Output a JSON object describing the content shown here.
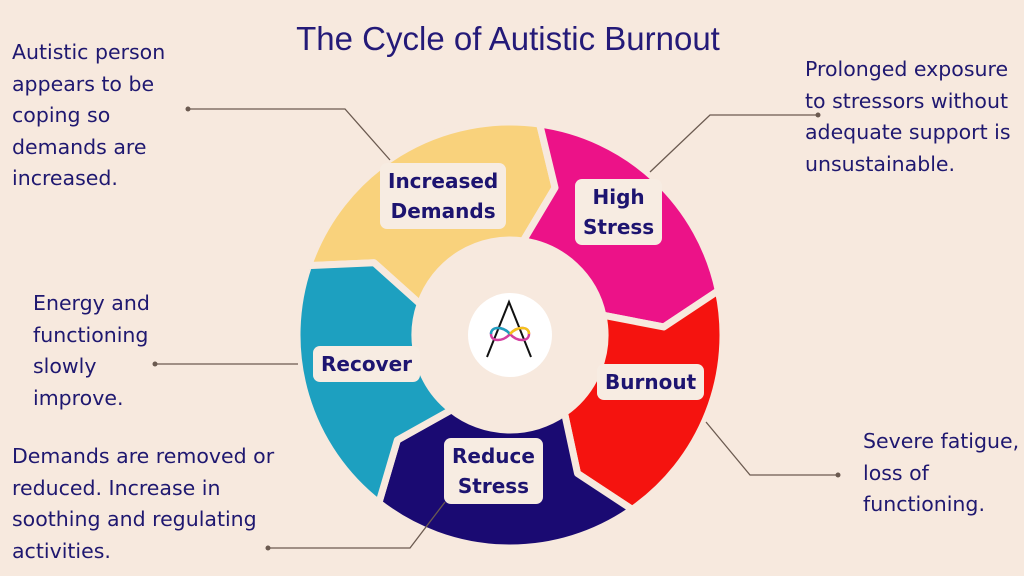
{
  "title": "The Cycle of Autistic Burnout",
  "stages": [
    {
      "label_line1": "Increased",
      "label_line2": "Demands",
      "color": "#f9d27c",
      "description": "Autistic person appears to be coping so demands are increased."
    },
    {
      "label_line1": "High",
      "label_line2": "Stress",
      "color": "#ec1288",
      "description": "Prolonged exposure to stressors without adequate support is unsustainable."
    },
    {
      "label_line1": "Burnout",
      "label_line2": "",
      "color": "#f5130f",
      "description": "Severe fatigue, loss of functioning."
    },
    {
      "label_line1": "Reduce",
      "label_line2": "Stress",
      "color": "#1a0a72",
      "description": "Demands are removed or reduced.  Increase in soothing and regulating activities."
    },
    {
      "label_line1": "Recover",
      "label_line2": "",
      "color": "#1da0c0",
      "description": "Energy and functioning slowly improve."
    }
  ],
  "center_logo": {
    "icon": "autism-infinity-A-logo",
    "letter": "A"
  },
  "colors": {
    "background": "#f7e9de",
    "text": "#1d1470",
    "leader": "#6b5a50"
  }
}
